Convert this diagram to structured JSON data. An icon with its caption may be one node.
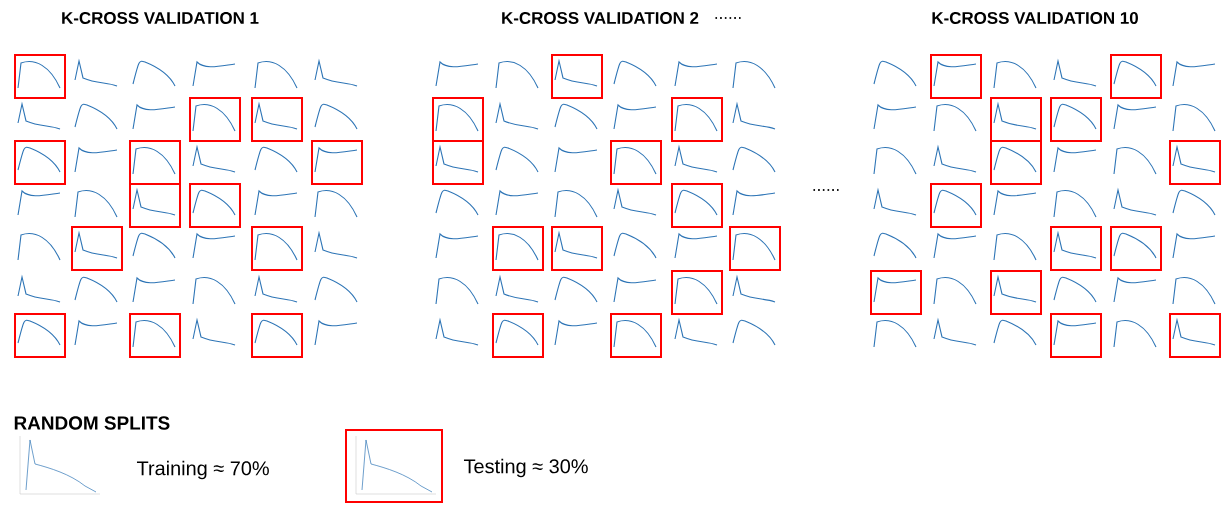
{
  "diagram": {
    "labels": [
      "K-CROSS VALIDATION 1",
      "K-CROSS VALIDATION 2",
      "......",
      "K-CROSS VALIDATION 10",
      "......",
      "RANDOM SPLITS"
    ],
    "legend": [
      {
        "text": "Training ≈ 70%"
      },
      {
        "text": "Testing ≈ 30%"
      }
    ]
  }
}
